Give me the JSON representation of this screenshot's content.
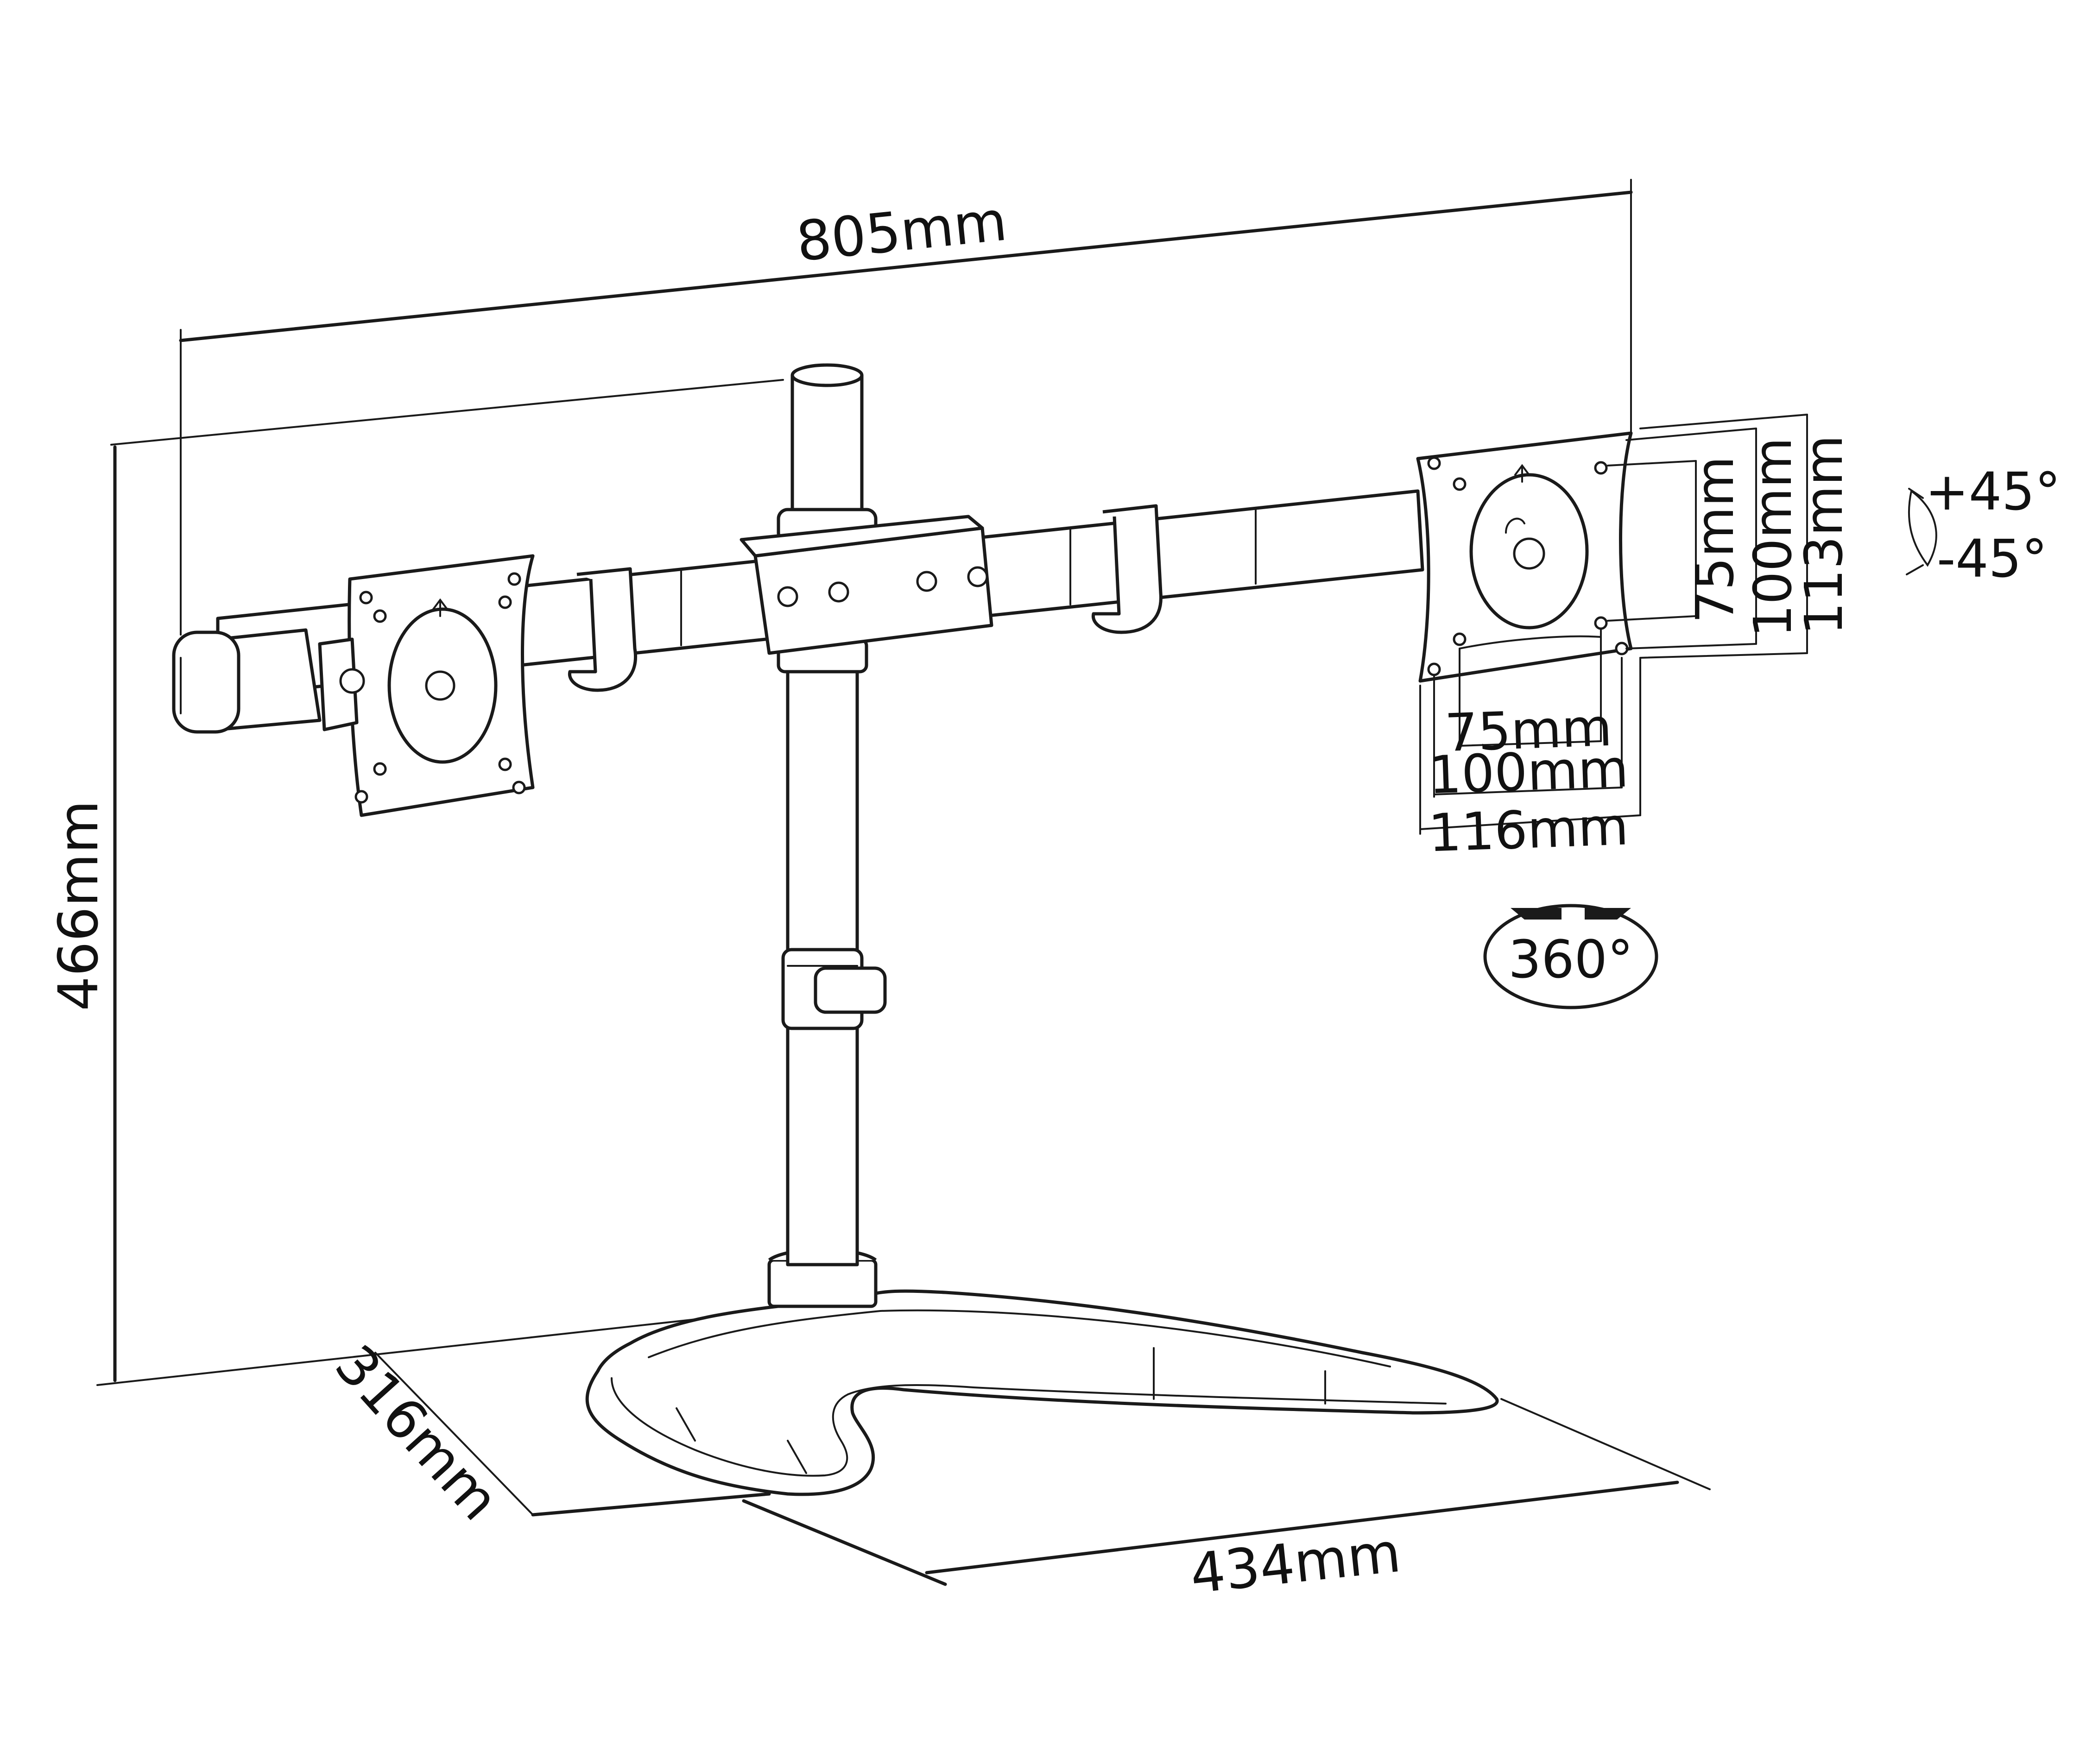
{
  "dimensions": {
    "total_width": "805mm",
    "height": "466mm",
    "base_depth": "316mm",
    "base_width": "434mm",
    "vesa_h_75": "75mm",
    "vesa_h_100": "100mm",
    "vesa_h_116": "116mm",
    "vesa_v_75": "75mm",
    "vesa_v_100": "100mm",
    "vesa_v_113": "113mm"
  },
  "tilt": {
    "up": "+45°",
    "down": "-45°"
  },
  "rotation": "360°"
}
